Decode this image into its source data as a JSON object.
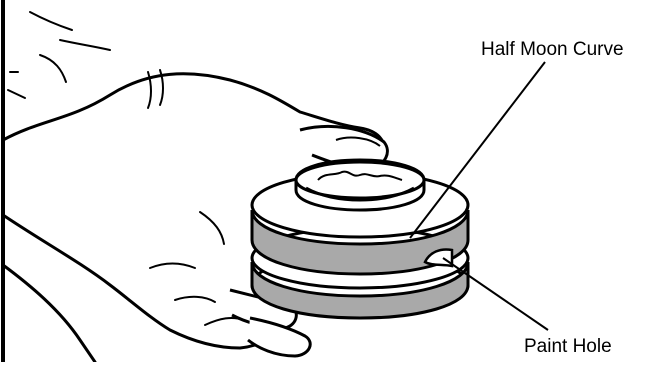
{
  "diagram": {
    "callouts": [
      {
        "id": "half-moon-curve",
        "text": "Half Moon Curve"
      },
      {
        "id": "paint-hole",
        "text": "Paint Hole"
      }
    ],
    "colors": {
      "line": "#000000",
      "ring_fill": "#a9a9a9",
      "background": "#ffffff"
    }
  }
}
